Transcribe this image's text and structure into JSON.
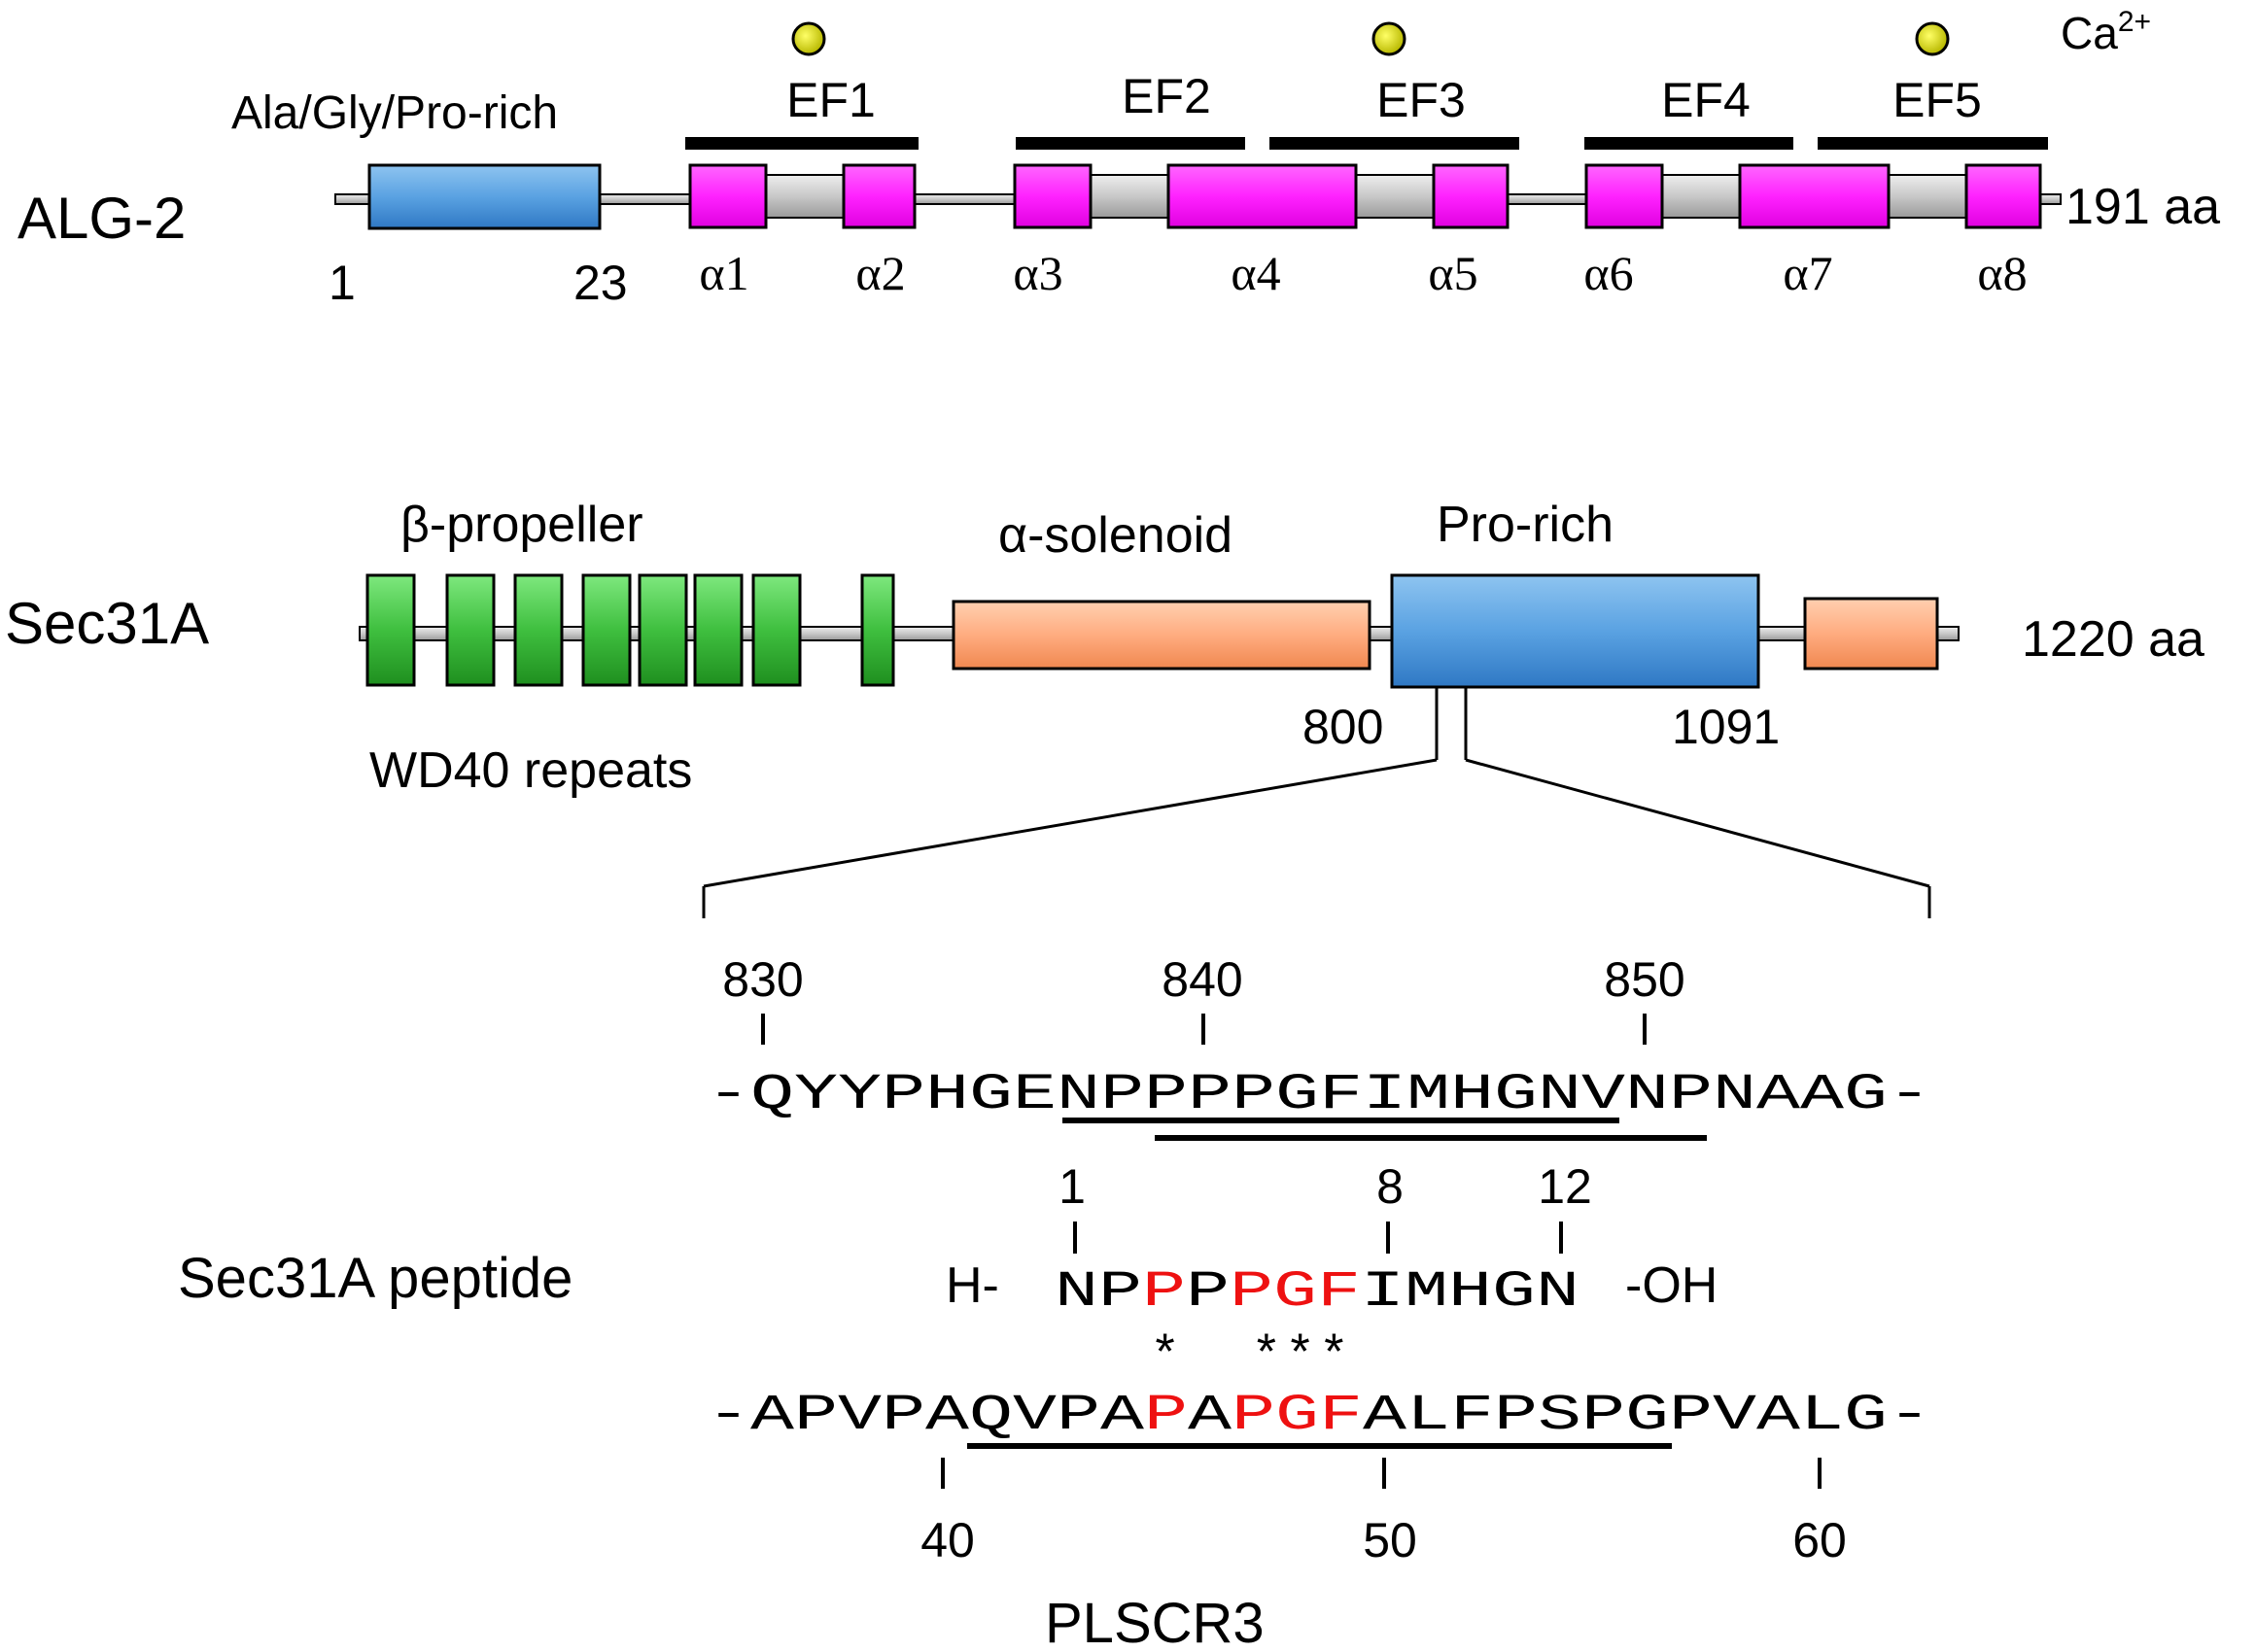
{
  "colors": {
    "magenta": "#ff2bff",
    "blue": "#4a90d9",
    "green": "#3fbf3f",
    "salmon": "#ffa878",
    "gray": "#c0c0c0",
    "red": "#ee1111",
    "black": "#000000",
    "calcium": "#e6e600"
  },
  "alg2": {
    "name": "ALG-2",
    "length": "191 aa",
    "region_label": "Ala/Gly/Pro-rich",
    "start_pos": "1",
    "end_pos": "23",
    "ion_label": "Ca",
    "ion_charge": "2+",
    "ef_hands": [
      "EF1",
      "EF2",
      "EF3",
      "EF4",
      "EF5"
    ],
    "helices": [
      "α1",
      "α2",
      "α3",
      "α4",
      "α5",
      "α6",
      "α7",
      "α8"
    ]
  },
  "sec31a": {
    "name": "Sec31A",
    "length": "1220 aa",
    "propeller_label": "β-propeller",
    "solenoid_label": "α-solenoid",
    "prorich_label": "Pro-rich",
    "repeats_label": "WD40 repeats",
    "prorich_start": "800",
    "prorich_end": "1091"
  },
  "sequence": {
    "numbers": [
      "830",
      "840",
      "850"
    ],
    "dash_left": "-",
    "residues": "QYYPHGENPPPPGFIMHGNVNPNAAG",
    "dash_right": "-"
  },
  "peptide": {
    "label": "Sec31A peptide",
    "numbers": [
      "1",
      "8",
      "12"
    ],
    "n_term": "H-",
    "seq_a": "NP",
    "seq_b": "P",
    "seq_c": "P",
    "seq_d": "PGF",
    "seq_e": "IMHGN",
    "c_term": "-OH",
    "stars": "*  ***"
  },
  "plscr3": {
    "name": "PLSCR3",
    "dash_left": "-",
    "seq_a": "APVPAQVPA",
    "seq_b": "P",
    "seq_c": "A",
    "seq_d": "PGF",
    "seq_e": "ALFPSPGPVALG",
    "dash_right": "-",
    "numbers": [
      "40",
      "50",
      "60"
    ]
  }
}
